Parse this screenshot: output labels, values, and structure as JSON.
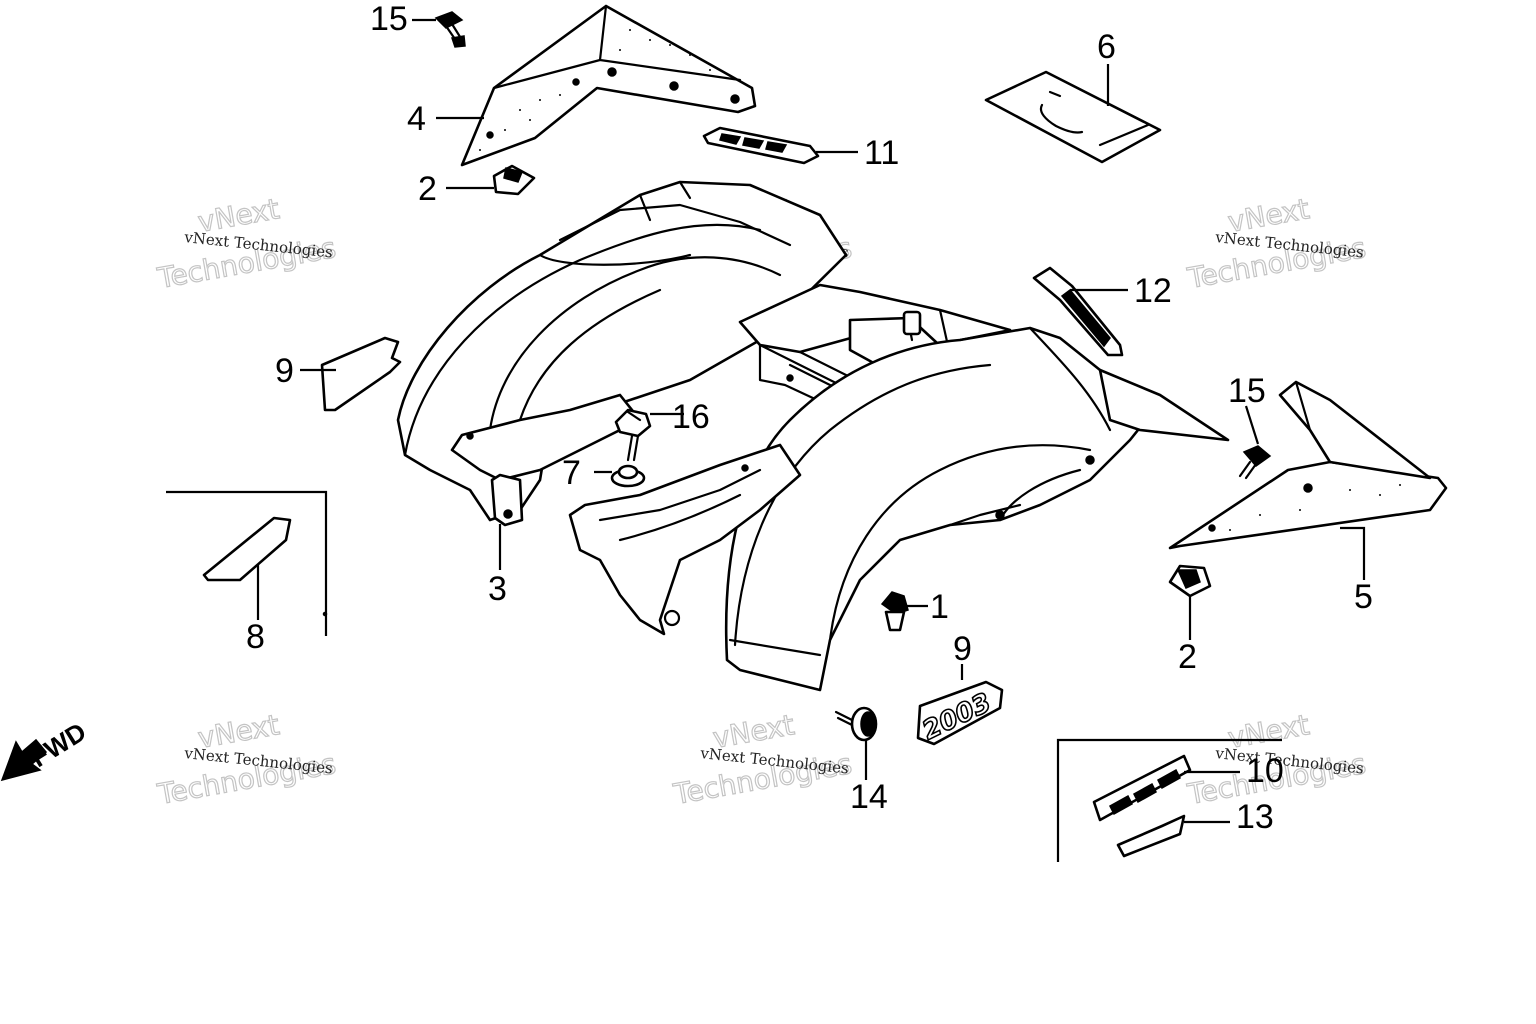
{
  "labels": {
    "p1": "1",
    "p2a": "2",
    "p2b": "2",
    "p3": "3",
    "p4": "4",
    "p5": "5",
    "p6": "6",
    "p7": "7",
    "p8": "8",
    "p9a": "9",
    "p9b": "9",
    "p10": "10",
    "p11": "11",
    "p12": "12",
    "p13": "13",
    "p14": "14",
    "p15a": "15",
    "p15b": "15",
    "p16": "16"
  },
  "decal_text": "2003",
  "fwd_label": "FWD",
  "watermark": {
    "line1": "vNext Technologies",
    "line2": "vNext",
    "line3": "Technologies"
  }
}
